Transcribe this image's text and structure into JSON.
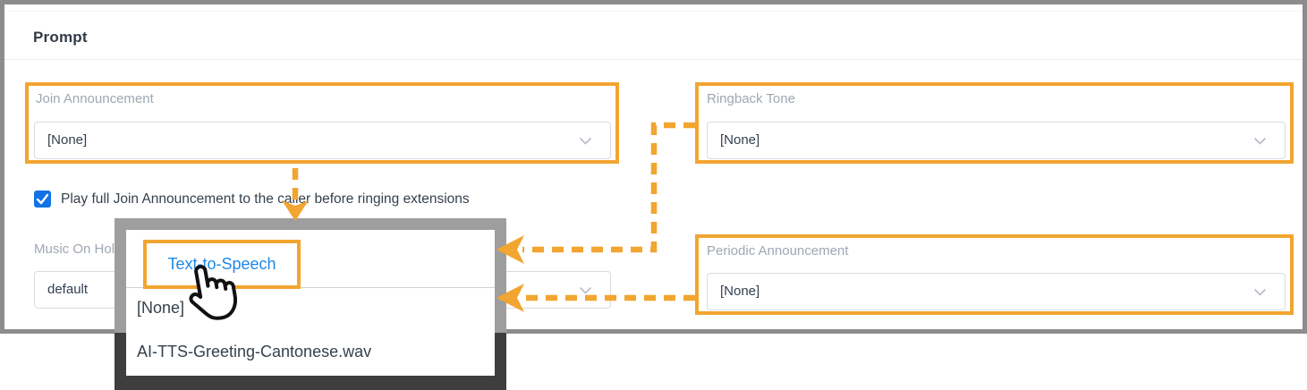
{
  "section": {
    "title": "Prompt"
  },
  "fields": {
    "join_announcement": {
      "label": "Join Announcement",
      "value": "[None]"
    },
    "ringback_tone": {
      "label": "Ringback Tone",
      "value": "[None]"
    },
    "music_on_hold": {
      "label": "Music On Hold",
      "value": "default"
    },
    "periodic_announcement": {
      "label": "Periodic Announcement",
      "value": "[None]"
    }
  },
  "checkbox": {
    "label": "Play full Join Announcement to the caller before ringing extensions",
    "checked": true
  },
  "dropdown_menu": {
    "items": [
      {
        "label": "Text-to-Speech",
        "highlighted": true,
        "color": "#1E88E5"
      },
      {
        "label": "[None]"
      },
      {
        "label": "AI-TTS-Greeting-Cantonese.wav"
      }
    ]
  },
  "icons": {
    "chevron": "chevron-down-icon",
    "check": "checkmark-icon",
    "hand": "hand-cursor-icon"
  },
  "colors": {
    "highlight_orange": "#F2A530",
    "link_blue": "#1E88E5",
    "checkbox_blue": "#1273E6",
    "text_dark": "#36414D",
    "label_gray": "#9FA7B3",
    "frame_gray": "#8C8C8C",
    "popup_shadow_dark": "#3E3E3E"
  }
}
